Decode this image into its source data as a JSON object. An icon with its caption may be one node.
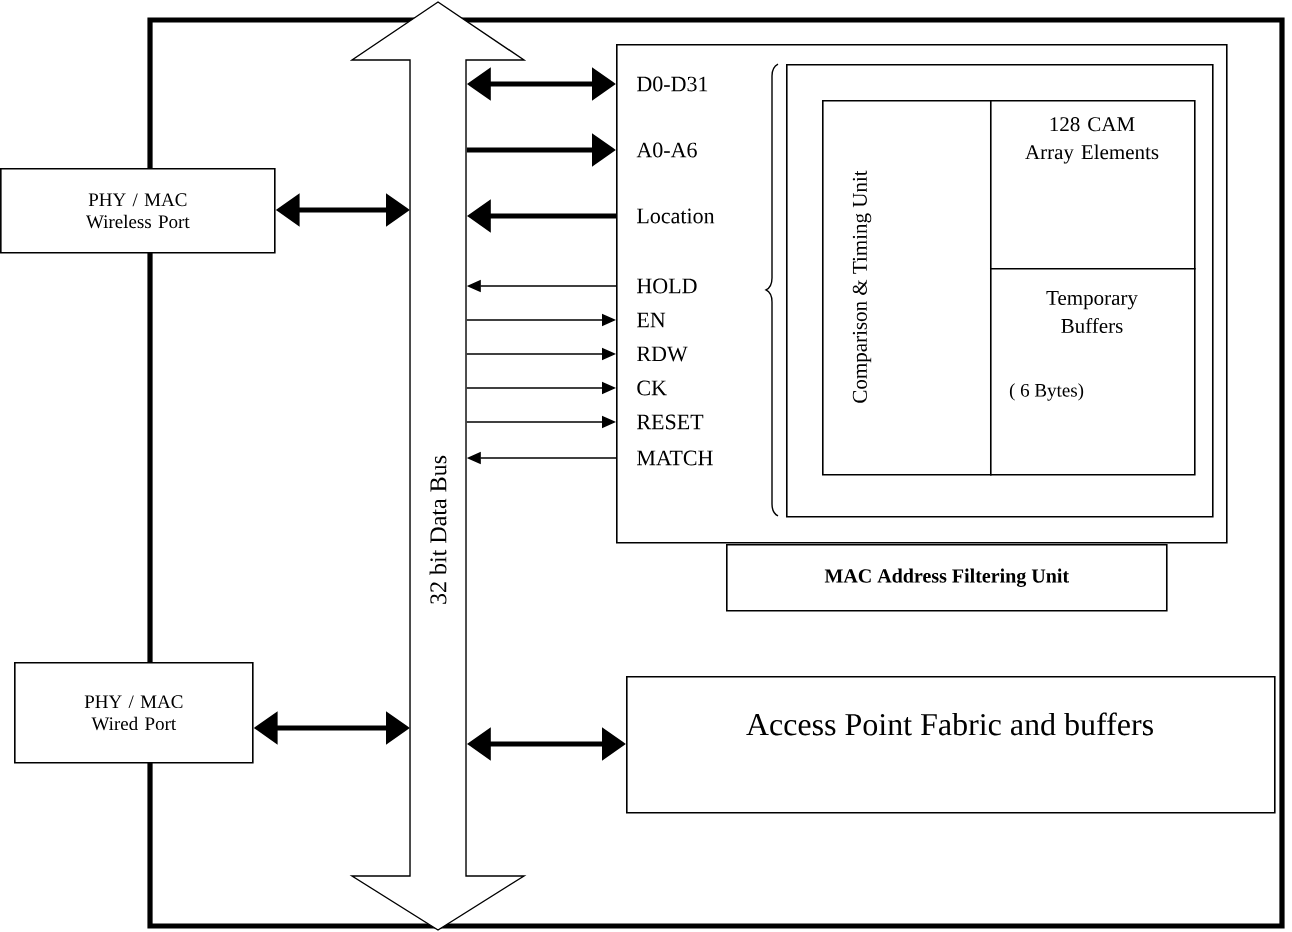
{
  "diagram": {
    "nodes": [
      {
        "text": [
          "PHY / MAC Wireless Port"
        ]
      },
      {
        "text": [
          "PHY / MAC Wired Port"
        ]
      },
      {
        "text": [
          "32 bit Data Bus"
        ]
      },
      {
        "text": [],
        "shape": "box"
      },
      {
        "text": [
          "MAC Address Filtering Unit"
        ]
      },
      {
        "text": [],
        "shape": "box",
        "in": 3
      },
      {
        "text": [
          "Comparison & Timing Unit"
        ],
        "in": 5
      },
      {
        "text": [
          "128 CAM Array Elements"
        ],
        "in": 5
      },
      {
        "text": [
          "Temporary Buffers",
          "( 6 Bytes)"
        ],
        "in": 5
      },
      {
        "text": [
          "Access Point Fabric and buffers"
        ]
      }
    ],
    "edges": [
      {
        "from": 0,
        "to": 2,
        "arrow": "both",
        "style": "thick"
      },
      {
        "from": 2,
        "to": 3,
        "arrow": "both",
        "style": "thick"
      },
      {
        "from": 2,
        "to": 3,
        "arrow": "to",
        "style": "thick"
      },
      {
        "from": 3,
        "to": 2,
        "arrow": "to",
        "style": "thick"
      },
      {
        "from": 3,
        "to": 2,
        "arrow": "to"
      },
      {
        "from": 2,
        "to": 3,
        "arrow": "to"
      },
      {
        "from": 2,
        "to": 3,
        "arrow": "to"
      },
      {
        "from": 2,
        "to": 3,
        "arrow": "to"
      },
      {
        "from": 2,
        "to": 3,
        "arrow": "to"
      },
      {
        "from": 3,
        "to": 2,
        "arrow": "to"
      },
      {
        "from": 1,
        "to": 2,
        "arrow": "both",
        "style": "thick"
      },
      {
        "from": 2,
        "to": 9,
        "arrow": "both",
        "style": "thick"
      }
    ],
    "labels": [
      "D0-D31",
      "A0-A6",
      "Location",
      "HOLD",
      "EN",
      "RDW",
      "CK",
      "RESET",
      "MATCH"
    ]
  }
}
